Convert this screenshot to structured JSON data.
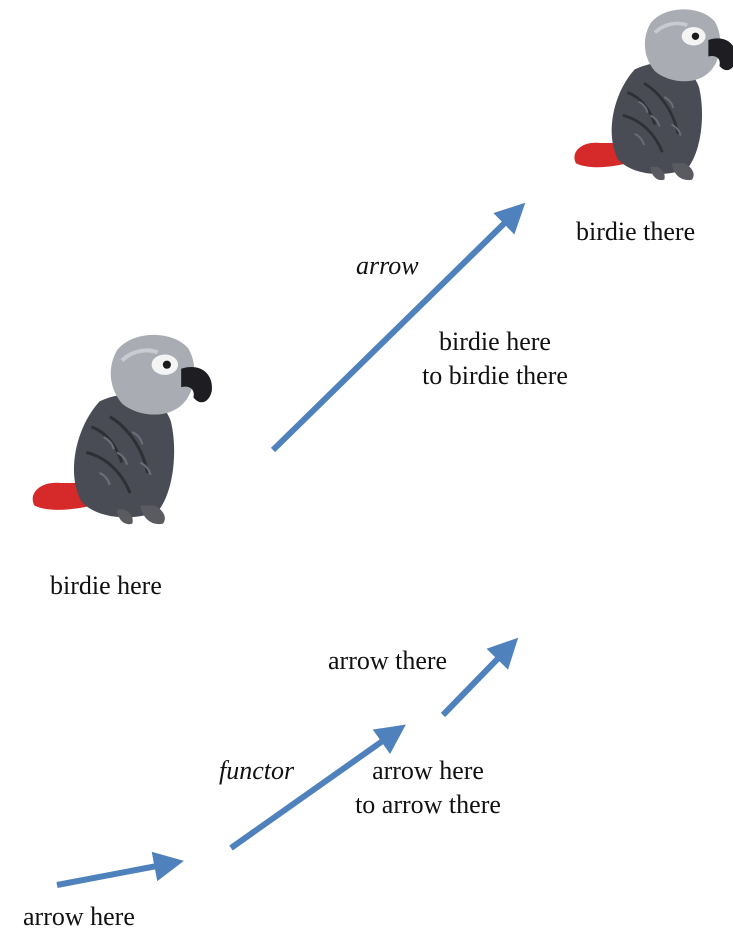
{
  "labels": {
    "birdie_there": "birdie there",
    "arrow_word": "arrow",
    "birdie_here_to_there_line1": "birdie here",
    "birdie_here_to_there_line2": "to birdie there",
    "birdie_here": "birdie here",
    "arrow_there": "arrow there",
    "functor_word": "functor",
    "arrow_here_to_there_line1": "arrow here",
    "arrow_here_to_there_line2": "to arrow there",
    "arrow_here": "arrow here"
  },
  "icons": {
    "parrot_top": "parrot-icon",
    "parrot_mid": "parrot-icon"
  },
  "colors": {
    "arrow": "#4f81bd",
    "parrot_body": "#4a4c55",
    "parrot_head": "#a9acb3",
    "parrot_tail": "#d62a2a",
    "parrot_beak": "#1e1e22"
  }
}
